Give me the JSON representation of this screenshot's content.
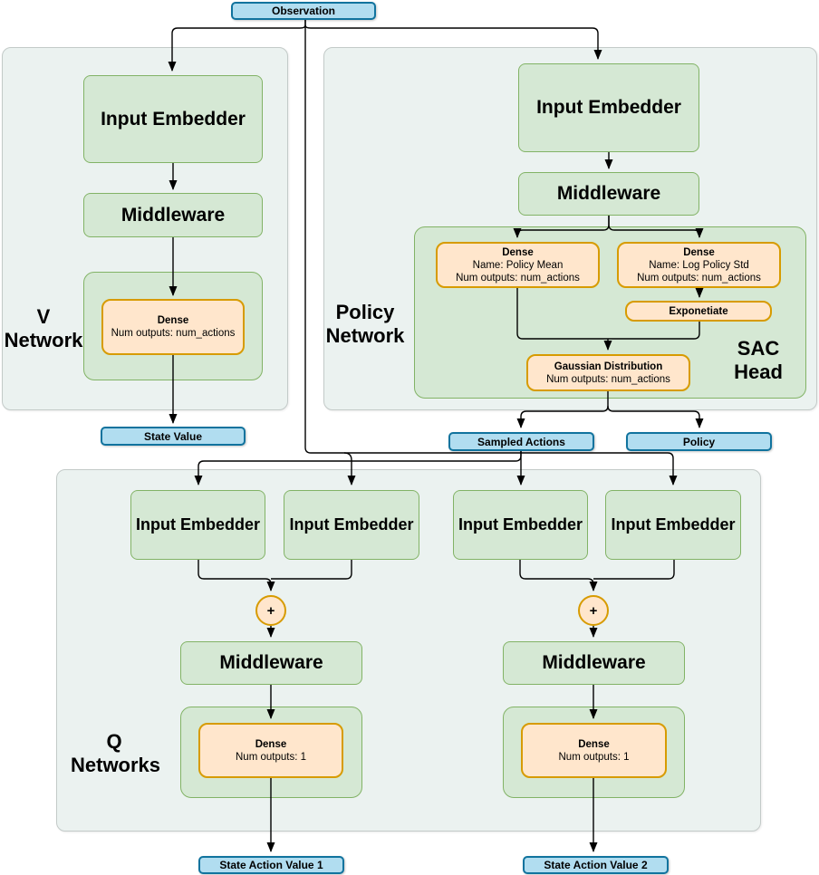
{
  "sections": {
    "v_network": [
      "V",
      "Network"
    ],
    "policy_network": [
      "Policy",
      "Network"
    ],
    "sac_head": [
      "SAC",
      "Head"
    ],
    "q_networks": [
      "Q",
      "Networks"
    ]
  },
  "nodes": {
    "observation": "Observation",
    "input_embedder": "Input Embedder",
    "middleware": "Middleware",
    "dense_v": {
      "title": "Dense",
      "line1": "Num outputs: num_actions"
    },
    "dense_policy_mean": {
      "title": "Dense",
      "line1": "Name: Policy Mean",
      "line2": "Num outputs: num_actions"
    },
    "dense_log_policy_std": {
      "title": "Dense",
      "line1": "Name: Log Policy Std",
      "line2": "Num outputs: num_actions"
    },
    "exponetiate": "Exponetiate",
    "gaussian_distribution": {
      "title": "Gaussian Distribution",
      "line1": "Num outputs: num_actions"
    },
    "dense_q": {
      "title": "Dense",
      "line1": "Num outputs: 1"
    },
    "plus": "+",
    "state_value": "State Value",
    "sampled_actions": "Sampled Actions",
    "policy": "Policy",
    "state_action_value_1": "State Action Value 1",
    "state_action_value_2": "State Action Value 2"
  },
  "colors": {
    "green_fill": "#d5e8d4",
    "green_border": "#82b366",
    "orange_fill": "#ffe6cc",
    "orange_border": "#d79b00",
    "blue_fill": "#b1ddf0",
    "blue_border": "#10739e",
    "container_fill": "#ebf2f0",
    "container_border": "#c3cac8",
    "arrow": "#000000"
  }
}
